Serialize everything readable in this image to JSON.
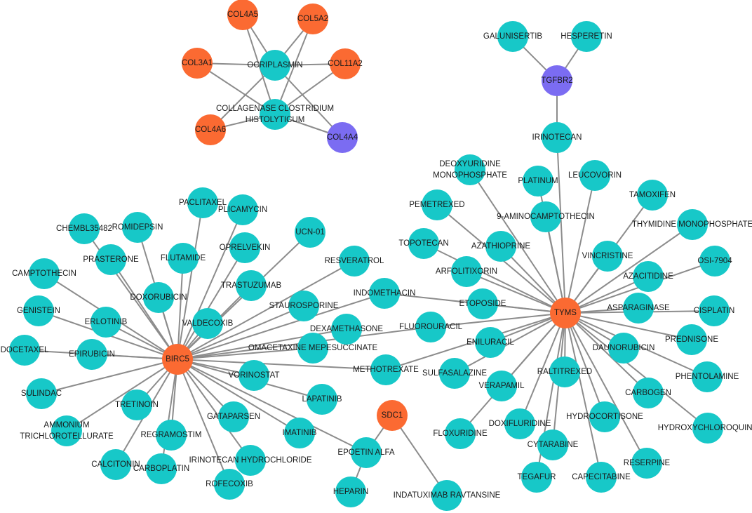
{
  "colors": {
    "drug": "#17c8c8",
    "gene_hub": "#fb6a32",
    "gene_secondary": "#7b6cf2",
    "edge": "#8c8c8c"
  },
  "nodes": [
    {
      "id": "col4a5",
      "label": "COL4A5",
      "kind": "gene_hub"
    },
    {
      "id": "col5a2",
      "label": "COL5A2",
      "kind": "gene_hub"
    },
    {
      "id": "col3a1",
      "label": "COL3A1",
      "kind": "gene_hub"
    },
    {
      "id": "col11a2",
      "label": "COL11A2",
      "kind": "gene_hub"
    },
    {
      "id": "col4a6",
      "label": "COL4A6",
      "kind": "gene_hub"
    },
    {
      "id": "col4a4",
      "label": "COL4A4",
      "kind": "gene_secondary"
    },
    {
      "id": "ocriplasmin",
      "label": "OCRIPLASMIN",
      "kind": "drug"
    },
    {
      "id": "collagenase",
      "label": "COLLAGENASE CLOSTRIDIUM HISTOLYTICUM",
      "lines": [
        "COLLAGENASE CLOSTRIDIUM",
        "HISTOLYTICUM"
      ],
      "kind": "drug"
    },
    {
      "id": "galunisertib",
      "label": "GALUNISERTIB",
      "kind": "drug"
    },
    {
      "id": "hesperetin",
      "label": "HESPERETIN",
      "kind": "drug"
    },
    {
      "id": "tgfbr2",
      "label": "TGFBR2",
      "kind": "gene_secondary"
    },
    {
      "id": "irinotecan",
      "label": "IRINOTECAN",
      "kind": "drug"
    },
    {
      "id": "birc5",
      "label": "BIRC5",
      "kind": "gene_hub"
    },
    {
      "id": "tyms",
      "label": "TYMS",
      "kind": "gene_hub"
    },
    {
      "id": "sdc1",
      "label": "SDC1",
      "kind": "gene_hub"
    },
    {
      "id": "romidepsin",
      "label": "ROMIDEPSIN",
      "kind": "drug"
    },
    {
      "id": "paclitaxel",
      "label": "PACLITAXEL",
      "kind": "drug"
    },
    {
      "id": "plicamycin",
      "label": "PLICAMYCIN",
      "kind": "drug"
    },
    {
      "id": "chembl35482",
      "label": "CHEMBL35482",
      "kind": "drug"
    },
    {
      "id": "ucn01",
      "label": "UCN-01",
      "kind": "drug"
    },
    {
      "id": "oprelvekin",
      "label": "OPRELVEKIN",
      "kind": "drug"
    },
    {
      "id": "prasterone",
      "label": "PRASTERONE",
      "kind": "drug"
    },
    {
      "id": "flutamide",
      "label": "FLUTAMIDE",
      "kind": "drug"
    },
    {
      "id": "resveratrol",
      "label": "RESVERATROL",
      "kind": "drug"
    },
    {
      "id": "camptothecin",
      "label": "CAMPTOTHECIN",
      "kind": "drug"
    },
    {
      "id": "trastuzumab",
      "label": "TRASTUZUMAB",
      "kind": "drug"
    },
    {
      "id": "doxorubicin",
      "label": "DOXORUBICIN",
      "kind": "drug"
    },
    {
      "id": "staurosporine",
      "label": "STAUROSPORINE",
      "kind": "drug"
    },
    {
      "id": "genistein",
      "label": "GENISTEIN",
      "kind": "drug"
    },
    {
      "id": "erlotinib",
      "label": "ERLOTINIB",
      "kind": "drug"
    },
    {
      "id": "valdecoxib",
      "label": "VALDECOXIB",
      "kind": "drug"
    },
    {
      "id": "docetaxel",
      "label": "DOCETAXEL",
      "kind": "drug"
    },
    {
      "id": "epirubicin",
      "label": "EPIRUBICIN",
      "kind": "drug"
    },
    {
      "id": "sulindac",
      "label": "SULINDAC",
      "kind": "drug"
    },
    {
      "id": "vorinostat",
      "label": "VORINOSTAT",
      "kind": "drug"
    },
    {
      "id": "tretinoin",
      "label": "TRETINOIN",
      "kind": "drug"
    },
    {
      "id": "lapatinib",
      "label": "LAPATINIB",
      "kind": "drug"
    },
    {
      "id": "ammonium",
      "label": "AMMONIUM TRICHLOROTELLURATE",
      "lines": [
        "AMMONIUM",
        "TRICHLOROTELLURATE"
      ],
      "kind": "drug"
    },
    {
      "id": "gataparsen",
      "label": "GATAPARSEN",
      "kind": "drug"
    },
    {
      "id": "regramostim",
      "label": "REGRAMOSTIM",
      "kind": "drug"
    },
    {
      "id": "imatinib",
      "label": "IMATINIB",
      "kind": "drug"
    },
    {
      "id": "calcitonin",
      "label": "CALCITONIN",
      "kind": "drug"
    },
    {
      "id": "carboplatin",
      "label": "CARBOPLATIN",
      "kind": "drug"
    },
    {
      "id": "irinotecan_hcl",
      "label": "IRINOTECAN HYDROCHLORIDE",
      "kind": "drug"
    },
    {
      "id": "rofecoxib",
      "label": "ROFECOXIB",
      "kind": "drug"
    },
    {
      "id": "omacetaxine",
      "label": "OMACETAXINE MEPESUCCINATE",
      "kind": "drug"
    },
    {
      "id": "methotrexate",
      "label": "METHOTREXATE",
      "kind": "drug"
    },
    {
      "id": "dexamethasone",
      "label": "DEXAMETHASONE",
      "kind": "drug"
    },
    {
      "id": "fluorouracil",
      "label": "FLUOROURACIL",
      "kind": "drug"
    },
    {
      "id": "indomethacin",
      "label": "INDOMETHACIN",
      "kind": "drug"
    },
    {
      "id": "etoposide",
      "label": "ETOPOSIDE",
      "kind": "drug"
    },
    {
      "id": "deoxyuridine",
      "label": "DEOXYURIDINE MONOPHOSPHATE",
      "lines": [
        "DEOXYURIDINE",
        "MONOPHOSPHATE"
      ],
      "kind": "drug"
    },
    {
      "id": "platinum",
      "label": "PLATINUM",
      "kind": "drug"
    },
    {
      "id": "leucovorin",
      "label": "LEUCOVORIN",
      "kind": "drug"
    },
    {
      "id": "tamoxifen",
      "label": "TAMOXIFEN",
      "kind": "drug"
    },
    {
      "id": "pemetrexed",
      "label": "PEMETREXED",
      "kind": "drug"
    },
    {
      "id": "aminocamptothecin",
      "label": "9-AMINOCAMPTOTHECIN",
      "kind": "drug"
    },
    {
      "id": "thymidine",
      "label": "THYMIDINE MONOPHOSPHATE",
      "kind": "drug"
    },
    {
      "id": "topotecan",
      "label": "TOPOTECAN",
      "kind": "drug"
    },
    {
      "id": "azathioprine",
      "label": "AZATHIOPRINE",
      "kind": "drug"
    },
    {
      "id": "vincristine",
      "label": "VINCRISTINE",
      "kind": "drug"
    },
    {
      "id": "arfolitixorin",
      "label": "ARFOLITIXORIN",
      "kind": "drug"
    },
    {
      "id": "osi7904",
      "label": "OSI-7904",
      "kind": "drug"
    },
    {
      "id": "azacitidine",
      "label": "AZACITIDINE",
      "kind": "drug"
    },
    {
      "id": "asparaginase",
      "label": "ASPARAGINASE",
      "kind": "drug"
    },
    {
      "id": "cisplatin",
      "label": "CISPLATIN",
      "kind": "drug"
    },
    {
      "id": "prednisone",
      "label": "PREDNISONE",
      "kind": "drug"
    },
    {
      "id": "eniluracil",
      "label": "ENILURACIL",
      "kind": "drug"
    },
    {
      "id": "daunorubicin",
      "label": "DAUNORUBICIN",
      "kind": "drug"
    },
    {
      "id": "phentolamine",
      "label": "PHENTOLAMINE",
      "kind": "drug"
    },
    {
      "id": "sulfasalazine",
      "label": "SULFASALAZINE",
      "kind": "drug"
    },
    {
      "id": "raltitrexed",
      "label": "RALTITREXED",
      "kind": "drug"
    },
    {
      "id": "verapamil",
      "label": "VERAPAMIL",
      "kind": "drug"
    },
    {
      "id": "carbogen",
      "label": "CARBOGEN",
      "kind": "drug"
    },
    {
      "id": "doxifluridine",
      "label": "DOXIFLURIDINE",
      "kind": "drug"
    },
    {
      "id": "hydrocortisone",
      "label": "HYDROCORTISONE",
      "kind": "drug"
    },
    {
      "id": "hydroxychloroquine",
      "label": "HYDROXYCHLOROQUINE",
      "kind": "drug"
    },
    {
      "id": "floxuridine",
      "label": "FLOXURIDINE",
      "kind": "drug"
    },
    {
      "id": "cytarabine",
      "label": "CYTARABINE",
      "kind": "drug"
    },
    {
      "id": "reserpine",
      "label": "RESERPINE",
      "kind": "drug"
    },
    {
      "id": "tegafur",
      "label": "TEGAFUR",
      "kind": "drug"
    },
    {
      "id": "capecitabine",
      "label": "CAPECITABINE",
      "kind": "drug"
    },
    {
      "id": "epoetin",
      "label": "EPOETIN ALFA",
      "kind": "drug"
    },
    {
      "id": "heparin",
      "label": "HEPARIN",
      "kind": "drug"
    },
    {
      "id": "indatuximab",
      "label": "INDATUXIMAB RAVTANSINE",
      "kind": "drug"
    }
  ],
  "edges": [
    [
      "col4a5",
      "ocriplasmin"
    ],
    [
      "col4a5",
      "collagenase"
    ],
    [
      "col5a2",
      "ocriplasmin"
    ],
    [
      "col5a2",
      "collagenase"
    ],
    [
      "col3a1",
      "ocriplasmin"
    ],
    [
      "col3a1",
      "collagenase"
    ],
    [
      "col11a2",
      "ocriplasmin"
    ],
    [
      "col11a2",
      "collagenase"
    ],
    [
      "col4a6",
      "ocriplasmin"
    ],
    [
      "col4a6",
      "collagenase"
    ],
    [
      "col4a4",
      "ocriplasmin"
    ],
    [
      "col4a4",
      "collagenase"
    ],
    [
      "tgfbr2",
      "galunisertib"
    ],
    [
      "tgfbr2",
      "hesperetin"
    ],
    [
      "tgfbr2",
      "irinotecan"
    ],
    [
      "tyms",
      "irinotecan"
    ],
    [
      "birc5",
      "romidepsin"
    ],
    [
      "birc5",
      "paclitaxel"
    ],
    [
      "birc5",
      "plicamycin"
    ],
    [
      "birc5",
      "chembl35482"
    ],
    [
      "birc5",
      "ucn01"
    ],
    [
      "birc5",
      "oprelvekin"
    ],
    [
      "birc5",
      "prasterone"
    ],
    [
      "birc5",
      "flutamide"
    ],
    [
      "birc5",
      "resveratrol"
    ],
    [
      "birc5",
      "camptothecin"
    ],
    [
      "birc5",
      "trastuzumab"
    ],
    [
      "birc5",
      "doxorubicin"
    ],
    [
      "birc5",
      "staurosporine"
    ],
    [
      "birc5",
      "genistein"
    ],
    [
      "birc5",
      "erlotinib"
    ],
    [
      "birc5",
      "valdecoxib"
    ],
    [
      "birc5",
      "docetaxel"
    ],
    [
      "birc5",
      "epirubicin"
    ],
    [
      "birc5",
      "sulindac"
    ],
    [
      "birc5",
      "vorinostat"
    ],
    [
      "birc5",
      "tretinoin"
    ],
    [
      "birc5",
      "lapatinib"
    ],
    [
      "birc5",
      "ammonium"
    ],
    [
      "birc5",
      "gataparsen"
    ],
    [
      "birc5",
      "regramostim"
    ],
    [
      "birc5",
      "imatinib"
    ],
    [
      "birc5",
      "calcitonin"
    ],
    [
      "birc5",
      "carboplatin"
    ],
    [
      "birc5",
      "irinotecan_hcl"
    ],
    [
      "birc5",
      "rofecoxib"
    ],
    [
      "birc5",
      "omacetaxine"
    ],
    [
      "birc5",
      "methotrexate"
    ],
    [
      "birc5",
      "dexamethasone"
    ],
    [
      "birc5",
      "fluorouracil"
    ],
    [
      "birc5",
      "indomethacin"
    ],
    [
      "birc5",
      "epoetin"
    ],
    [
      "tyms",
      "indomethacin"
    ],
    [
      "tyms",
      "etoposide"
    ],
    [
      "tyms",
      "fluorouracil"
    ],
    [
      "tyms",
      "methotrexate"
    ],
    [
      "tyms",
      "deoxyuridine"
    ],
    [
      "tyms",
      "platinum"
    ],
    [
      "tyms",
      "leucovorin"
    ],
    [
      "tyms",
      "tamoxifen"
    ],
    [
      "tyms",
      "pemetrexed"
    ],
    [
      "tyms",
      "aminocamptothecin"
    ],
    [
      "tyms",
      "thymidine"
    ],
    [
      "tyms",
      "topotecan"
    ],
    [
      "tyms",
      "azathioprine"
    ],
    [
      "tyms",
      "vincristine"
    ],
    [
      "tyms",
      "arfolitixorin"
    ],
    [
      "tyms",
      "osi7904"
    ],
    [
      "tyms",
      "azacitidine"
    ],
    [
      "tyms",
      "asparaginase"
    ],
    [
      "tyms",
      "cisplatin"
    ],
    [
      "tyms",
      "prednisone"
    ],
    [
      "tyms",
      "eniluracil"
    ],
    [
      "tyms",
      "daunorubicin"
    ],
    [
      "tyms",
      "phentolamine"
    ],
    [
      "tyms",
      "sulfasalazine"
    ],
    [
      "tyms",
      "raltitrexed"
    ],
    [
      "tyms",
      "verapamil"
    ],
    [
      "tyms",
      "carbogen"
    ],
    [
      "tyms",
      "doxifluridine"
    ],
    [
      "tyms",
      "hydrocortisone"
    ],
    [
      "tyms",
      "hydroxychloroquine"
    ],
    [
      "tyms",
      "floxuridine"
    ],
    [
      "tyms",
      "cytarabine"
    ],
    [
      "tyms",
      "reserpine"
    ],
    [
      "tyms",
      "tegafur"
    ],
    [
      "tyms",
      "capecitabine"
    ],
    [
      "sdc1",
      "epoetin"
    ],
    [
      "sdc1",
      "indatuximab"
    ],
    [
      "epoetin",
      "heparin"
    ]
  ]
}
